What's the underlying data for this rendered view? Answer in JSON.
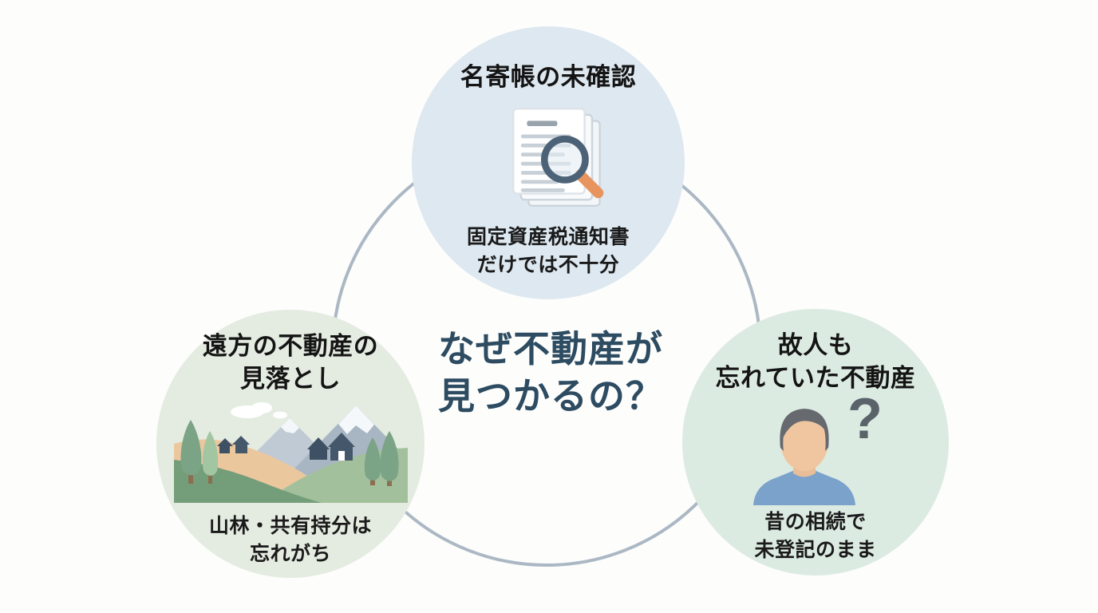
{
  "diagram": {
    "center_title": "なぜ不動産が\n見つかるの？",
    "nodes": {
      "top": {
        "title": "名寄帳の未確認",
        "caption": "固定資産税通知書\nだけでは不十分",
        "icon": "documents-magnifier-icon"
      },
      "left": {
        "title": "遠方の不動産の\n見落とし",
        "caption": "山林・共有持分は\n忘れがち",
        "icon": "rural-landscape-icon"
      },
      "right": {
        "title": "故人も\n忘れていた不動産",
        "caption": "昔の相続で\n未登記のまま",
        "icon": "person-question-icon",
        "question_mark": "?"
      }
    },
    "colors": {
      "top_circle": "#dee8f0",
      "left_circle": "#e4ece1",
      "right_circle": "#dcebe2",
      "ring": "#abb8c4",
      "center_text": "#2d4b61",
      "magnifier_rim": "#4c6377",
      "magnifier_handle": "#e8945f",
      "shirt": "#7ba2cb",
      "skin": "#f0c6a1",
      "hair": "#66696e",
      "question_mark": "#5a626a",
      "mountain": "#a8b6c3",
      "field_tan": "#ebc79e",
      "hill_green": "#a3c09c",
      "hill_dark_green": "#749d79",
      "house": "#3e5064"
    }
  }
}
